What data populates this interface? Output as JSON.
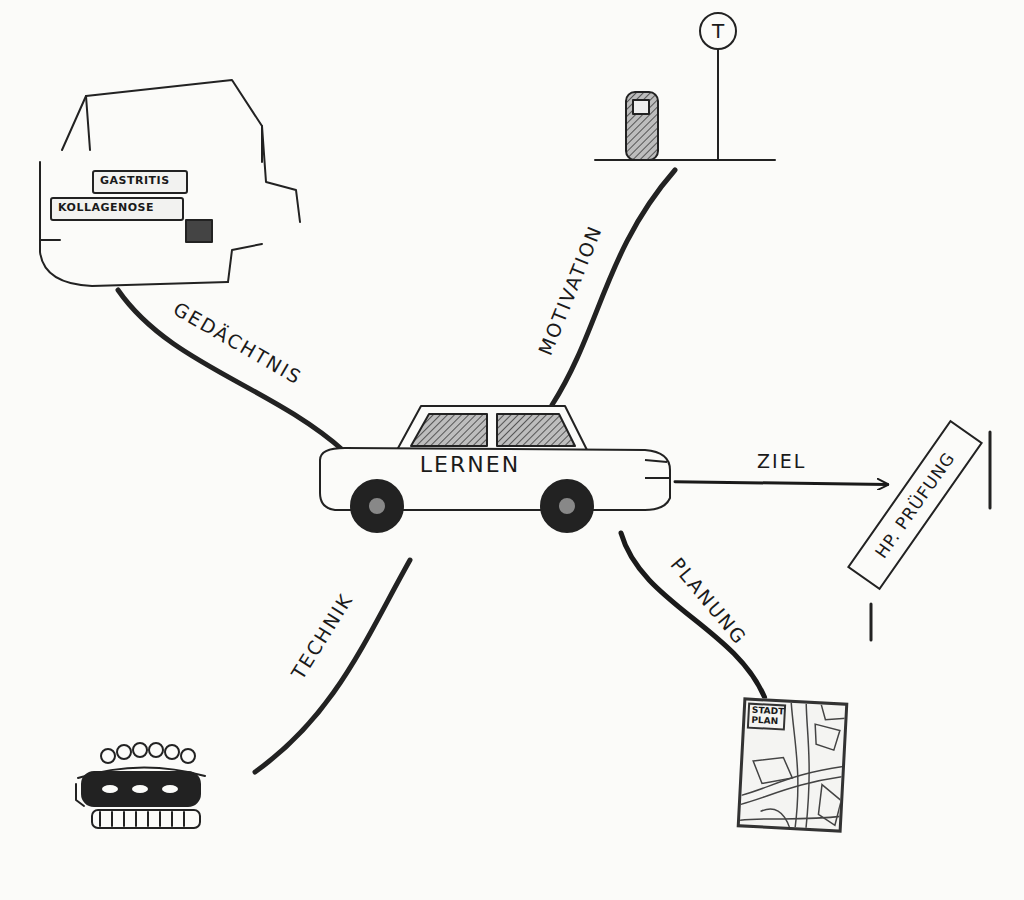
{
  "diagram": {
    "nodes": [
      {
        "text": [
          "GASTRITIS"
        ]
      },
      {
        "text": [
          "KOLLAGENOSE"
        ]
      },
      {
        "text": [
          "LERNEN"
        ]
      },
      {
        "text": [
          "HP. PRÜFUNG"
        ]
      },
      {
        "text": [
          "STADT PLAN"
        ]
      }
    ],
    "edges": [
      {
        "from": 2,
        "to": 3,
        "label": "ZIEL",
        "arrow": "to"
      },
      {
        "from": 2,
        "to": 4,
        "label": "PLANUNG",
        "arrow": "none"
      }
    ],
    "labels": [
      "GEDÄCHTNIS",
      "MOTIVATION",
      "TECHNIK",
      "T"
    ]
  }
}
